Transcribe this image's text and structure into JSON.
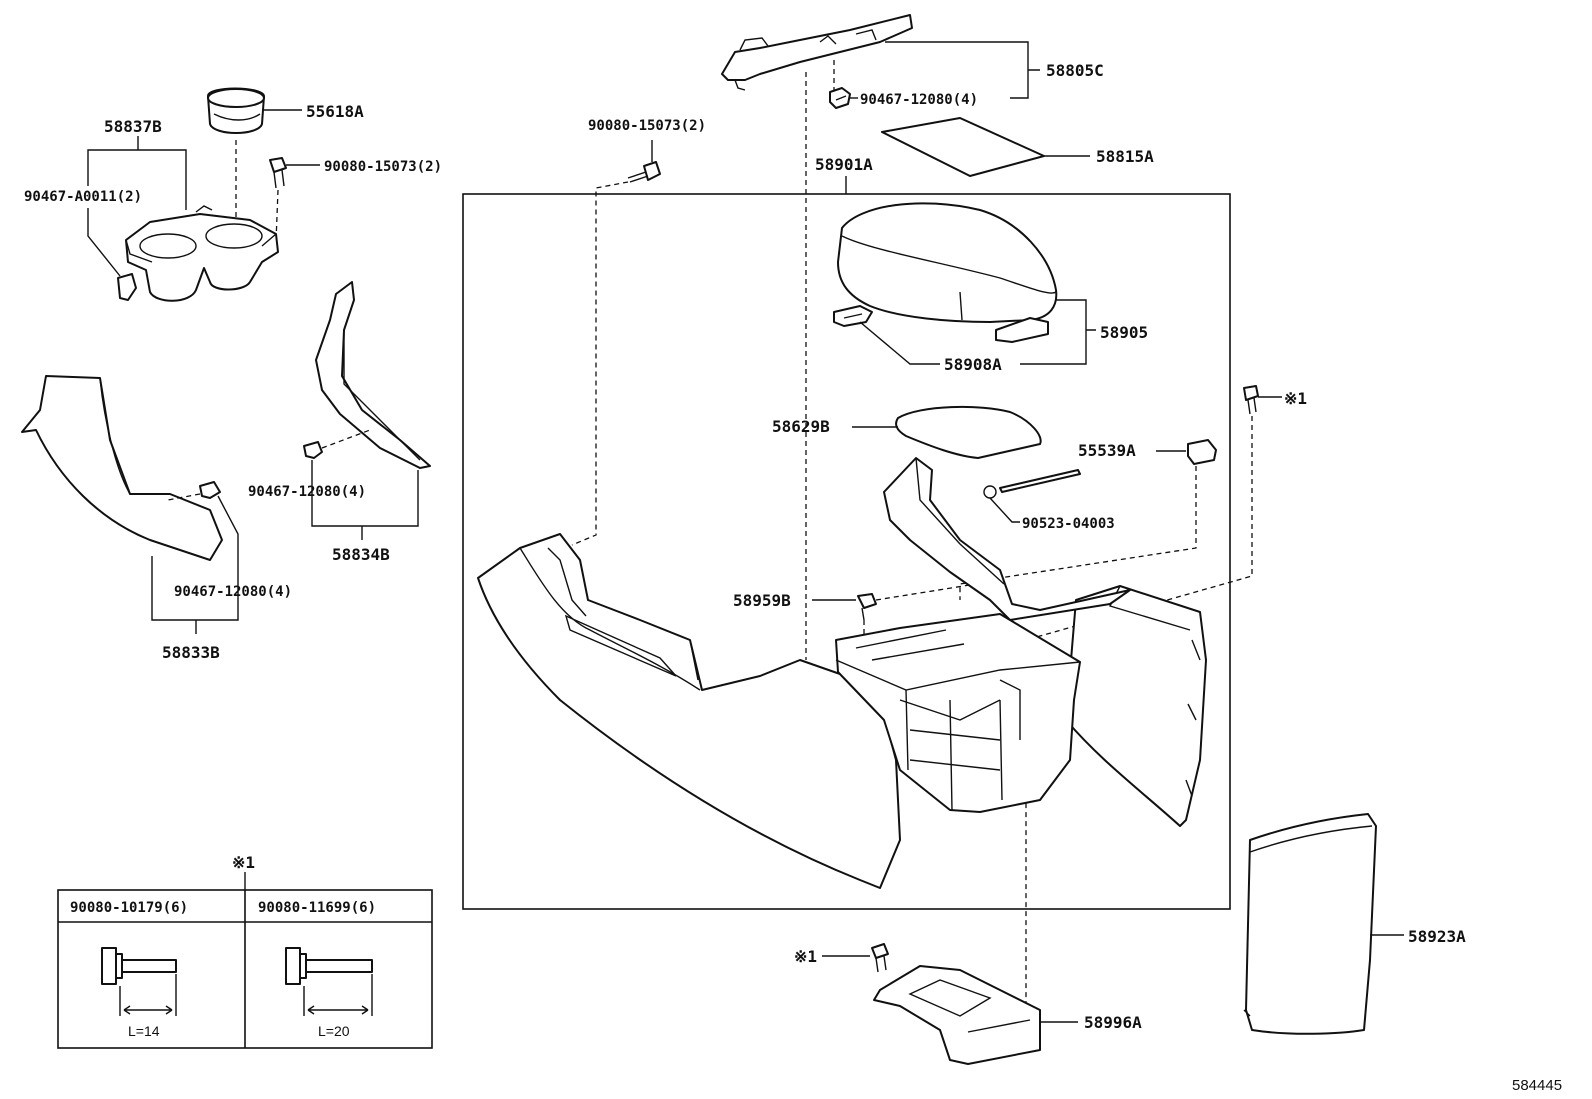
{
  "labels": {
    "p58805C": "58805C",
    "p90467_12080_top": "90467-12080(4)",
    "p58815A": "58815A",
    "p58901A": "58901A",
    "p90080_15073_mid": "90080-15073(2)",
    "p55618A": "55618A",
    "p58837B": "58837B",
    "p90080_15073_left": "90080-15073(2)",
    "p90467_A0011": "90467-A0011(2)",
    "p58905": "58905",
    "p58908A": "58908A",
    "p58629B": "58629B",
    "p55539A": "55539A",
    "p90523_04003": "90523-04003",
    "p58959B": "58959B",
    "p90467_12080_mid": "90467-12080(4)",
    "p58834B": "58834B",
    "p90467_12080_low": "90467-12080(4)",
    "p58833B": "58833B",
    "p58923A": "58923A",
    "p58996A": "58996A",
    "ref1_right": "※1",
    "ref1_bottom": "※1",
    "ref1_table": "※1",
    "diagram_id": "584445"
  },
  "bolt_table": {
    "col1_part": "90080-10179(6)",
    "col1_length": "L=14",
    "col2_part": "90080-11699(6)",
    "col2_length": "L=20"
  }
}
